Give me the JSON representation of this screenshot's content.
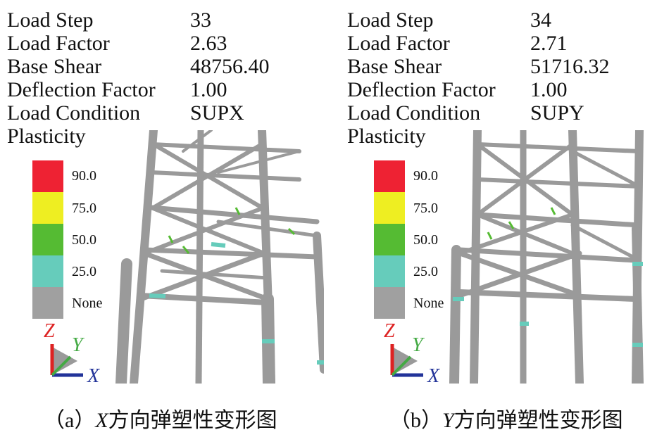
{
  "panels": [
    {
      "id": "a",
      "rows": [
        {
          "label": "Load Step",
          "value": "33"
        },
        {
          "label": "Load Factor",
          "value": "2.63"
        },
        {
          "label": "Base Shear",
          "value": "48756.40"
        },
        {
          "label": "Deflection Factor",
          "value": "1.00"
        },
        {
          "label": "Load Condition",
          "value": "SUPX"
        }
      ],
      "plasticity_label": "Plasticity",
      "caption_prefix": "（a）",
      "caption_axis": "X",
      "caption_text": "方向弹塑性变形图"
    },
    {
      "id": "b",
      "rows": [
        {
          "label": "Load Step",
          "value": "34"
        },
        {
          "label": "Load Factor",
          "value": "2.71"
        },
        {
          "label": "Base Shear",
          "value": "51716.32"
        },
        {
          "label": "Deflection Factor",
          "value": "1.00"
        },
        {
          "label": "Load Condition",
          "value": "SUPY"
        }
      ],
      "plasticity_label": "Plasticity",
      "caption_prefix": "（b）",
      "caption_axis": "Y",
      "caption_text": "方向弹塑性变形图"
    }
  ],
  "legend": [
    {
      "label": "90.0",
      "color": "#ee2233"
    },
    {
      "label": "75.0",
      "color": "#eeee22"
    },
    {
      "label": "50.0",
      "color": "#55bb33"
    },
    {
      "label": "25.0",
      "color": "#66ccbb"
    },
    {
      "label": "None",
      "color": "#a0a0a0"
    }
  ],
  "axes": {
    "z": "Z",
    "y": "Y",
    "x": "X",
    "z_color": "#dd2222",
    "y_color": "#44aa44",
    "x_color": "#223399"
  },
  "structure_color": "#9a9a9a"
}
